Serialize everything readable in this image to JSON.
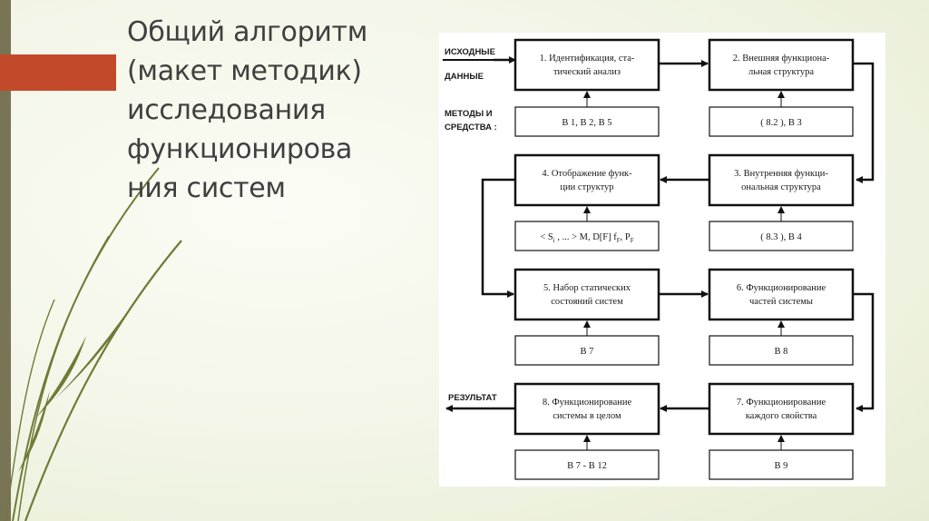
{
  "slide": {
    "title_lines": [
      "Общий алгоритм",
      "(макет методик)",
      "исследования",
      "функционирова",
      "ния систем"
    ]
  },
  "colors": {
    "accent": "#c24a2a",
    "left_bar": "#7a7457",
    "leaf": "#6f7a36",
    "title": "#3f3f3f"
  },
  "diagram": {
    "labels": {
      "input_1": "ИСХОДНЫЕ",
      "input_2": "ДАННЫЕ",
      "methods_1": "МЕТОДЫ И",
      "methods_2": "СРЕДСТВА :",
      "result": "РЕЗУЛЬТАТ"
    },
    "steps": [
      {
        "line1": "1. Идентификация, ста-",
        "line2": "тический анализ",
        "methods": "В 1, В 2, В 5"
      },
      {
        "line1": "2. Внешняя функциона-",
        "line2": "льная структура",
        "methods": "( 8.2 ), В 3"
      },
      {
        "line1": "3. Внутренняя функци-",
        "line2": "ональная структура",
        "methods": "( 8.3 ), В 4"
      },
      {
        "line1": "4. Отображение функ-",
        "line2": "ции структур",
        "methods_parts": [
          "< S",
          "i",
          " , ... > M, D[F]  f",
          "F",
          ", P",
          "F"
        ]
      },
      {
        "line1": "5. Набор статических",
        "line2": "состояний систем",
        "methods": "В 7"
      },
      {
        "line1": "6. Функционирование",
        "line2": "частей системы",
        "methods": "В 8"
      },
      {
        "line1": "7. Функционирование",
        "line2": "каждого свойства",
        "methods": "В 9"
      },
      {
        "line1": "8. Функционирование",
        "line2": "системы в целом",
        "methods": "В 7 - В 12"
      }
    ]
  }
}
